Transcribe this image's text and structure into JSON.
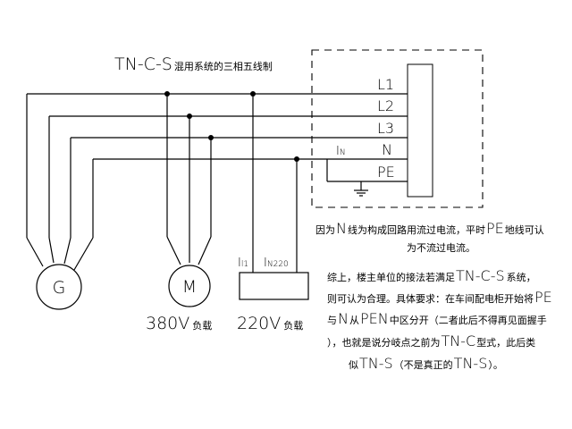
{
  "title": {
    "prefix": "TN-C-S",
    "suffix": "混用系统的三相五线制"
  },
  "lines": {
    "l1": "L1",
    "l2": "L2",
    "l3": "L3",
    "n": "N",
    "in_label": "I",
    "in_sub": "N",
    "pe": "PE"
  },
  "loads": {
    "generator_label": "G",
    "motor_label": "M",
    "i_left": "I",
    "i_left_sub": "l1",
    "i_right": "I",
    "i_right_sub": "N220",
    "label_380_value": "380V",
    "label_380_unit": "负载",
    "label_220_value": "220V",
    "label_220_unit": "负载"
  },
  "note1": {
    "line1_a": "因为",
    "line1_b": "N",
    "line1_c": "线为构成回路用流过电流，平时",
    "line1_d": "PE",
    "line1_e": "地线可认",
    "line2": "为不流过电流。"
  },
  "note2": {
    "l1_a": "综上，楼主单位的接法若满足",
    "l1_b": "TN-C-S",
    "l1_c": "系统，",
    "l2_a": "则可认为合理。具体要求：在车间配电柜开始将",
    "l2_b": "PE",
    "l3_a": "与",
    "l3_b": "N",
    "l3_c": "从",
    "l3_d": "PEN",
    "l3_e": "中区分开（二者此后不得再见面握手",
    "l4_a": "），也就是说分岐点之前为",
    "l4_b": "TN-C",
    "l4_c": "型式，此后类",
    "l5_a": "似",
    "l5_b": "TN-S",
    "l5_c": "（不是真正的",
    "l5_d": "TN-S",
    "l5_e": "）。"
  }
}
